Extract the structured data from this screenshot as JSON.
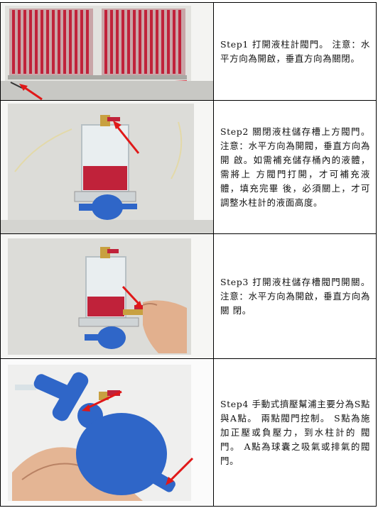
{
  "steps": [
    {
      "text": "Step1 打開液柱計閥門。 注意：水平方向為開啟，垂直方向為關閉。"
    },
    {
      "text": "Step2 關閉液柱儲存槽上方閥門。 注意：水平方向為開閥，垂直方向為開 啟。如需補充儲存桶內的液體，需將上 方閥門打開，才可補充液體，填充完畢 後，必須關上，才可調整水柱計的液面高度。"
    },
    {
      "text": "Step3 打開液柱儲存槽閥門開關。 注意：水平方向為開啟，垂直方向為關 閉。"
    },
    {
      "text": "Step4 手動式擠壓幫浦主要分為S點與A點。 兩點閥門控制。 S點為施加正壓或負壓力，到水柱計的 閥門。 A點為球囊之吸氣或排氣的閥門。"
    }
  ],
  "colors": {
    "liquid": "#c0223a",
    "arrow": "#e01818",
    "bulb": "#2f66c8",
    "wall": "#dcdcd8"
  }
}
